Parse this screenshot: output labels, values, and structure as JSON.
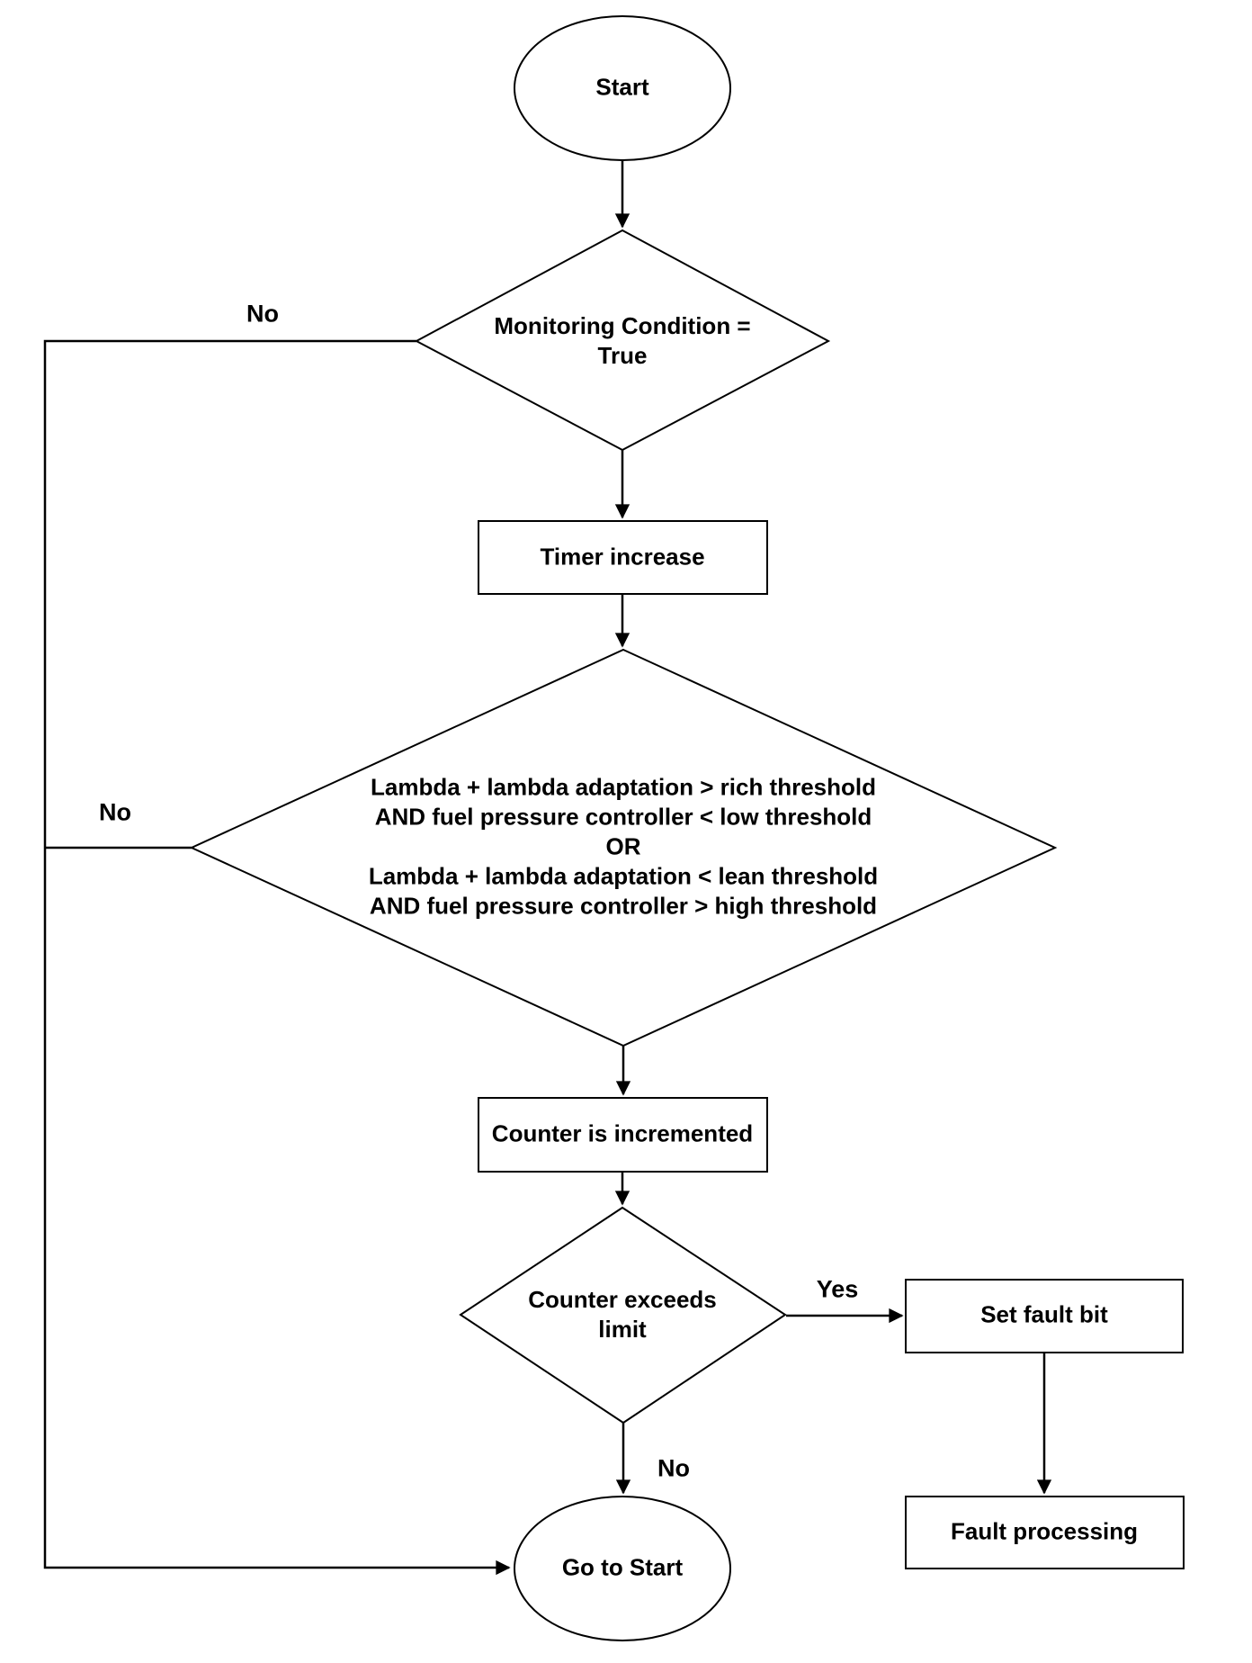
{
  "flowchart": {
    "nodes": {
      "start": {
        "label": "Start",
        "shape": "terminator"
      },
      "decision_monitoring": {
        "shape": "decision",
        "line1": "Monitoring Condition =",
        "line2": "True"
      },
      "process_timer": {
        "shape": "process",
        "label": "Timer increase"
      },
      "decision_lambda": {
        "shape": "decision",
        "line1": "Lambda + lambda adaptation > rich threshold",
        "line2": "AND fuel pressure controller < low threshold",
        "line3": "OR",
        "line4": "Lambda + lambda adaptation < lean threshold",
        "line5": "AND fuel pressure controller > high threshold"
      },
      "process_counter": {
        "shape": "process",
        "label": "Counter is incremented"
      },
      "decision_counter_limit": {
        "shape": "decision",
        "line1": "Counter exceeds",
        "line2": "limit"
      },
      "process_set_fault": {
        "shape": "process",
        "label": "Set fault bit"
      },
      "process_fault_processing": {
        "shape": "process",
        "label": "Fault processing"
      },
      "goto_start": {
        "label": "Go to Start",
        "shape": "terminator"
      }
    },
    "edge_labels": {
      "no_monitoring": "No",
      "no_lambda": "No",
      "yes_counter": "Yes",
      "no_counter": "No"
    },
    "colors": {
      "stroke": "#000000",
      "fill": "#ffffff",
      "text": "#000000"
    }
  }
}
